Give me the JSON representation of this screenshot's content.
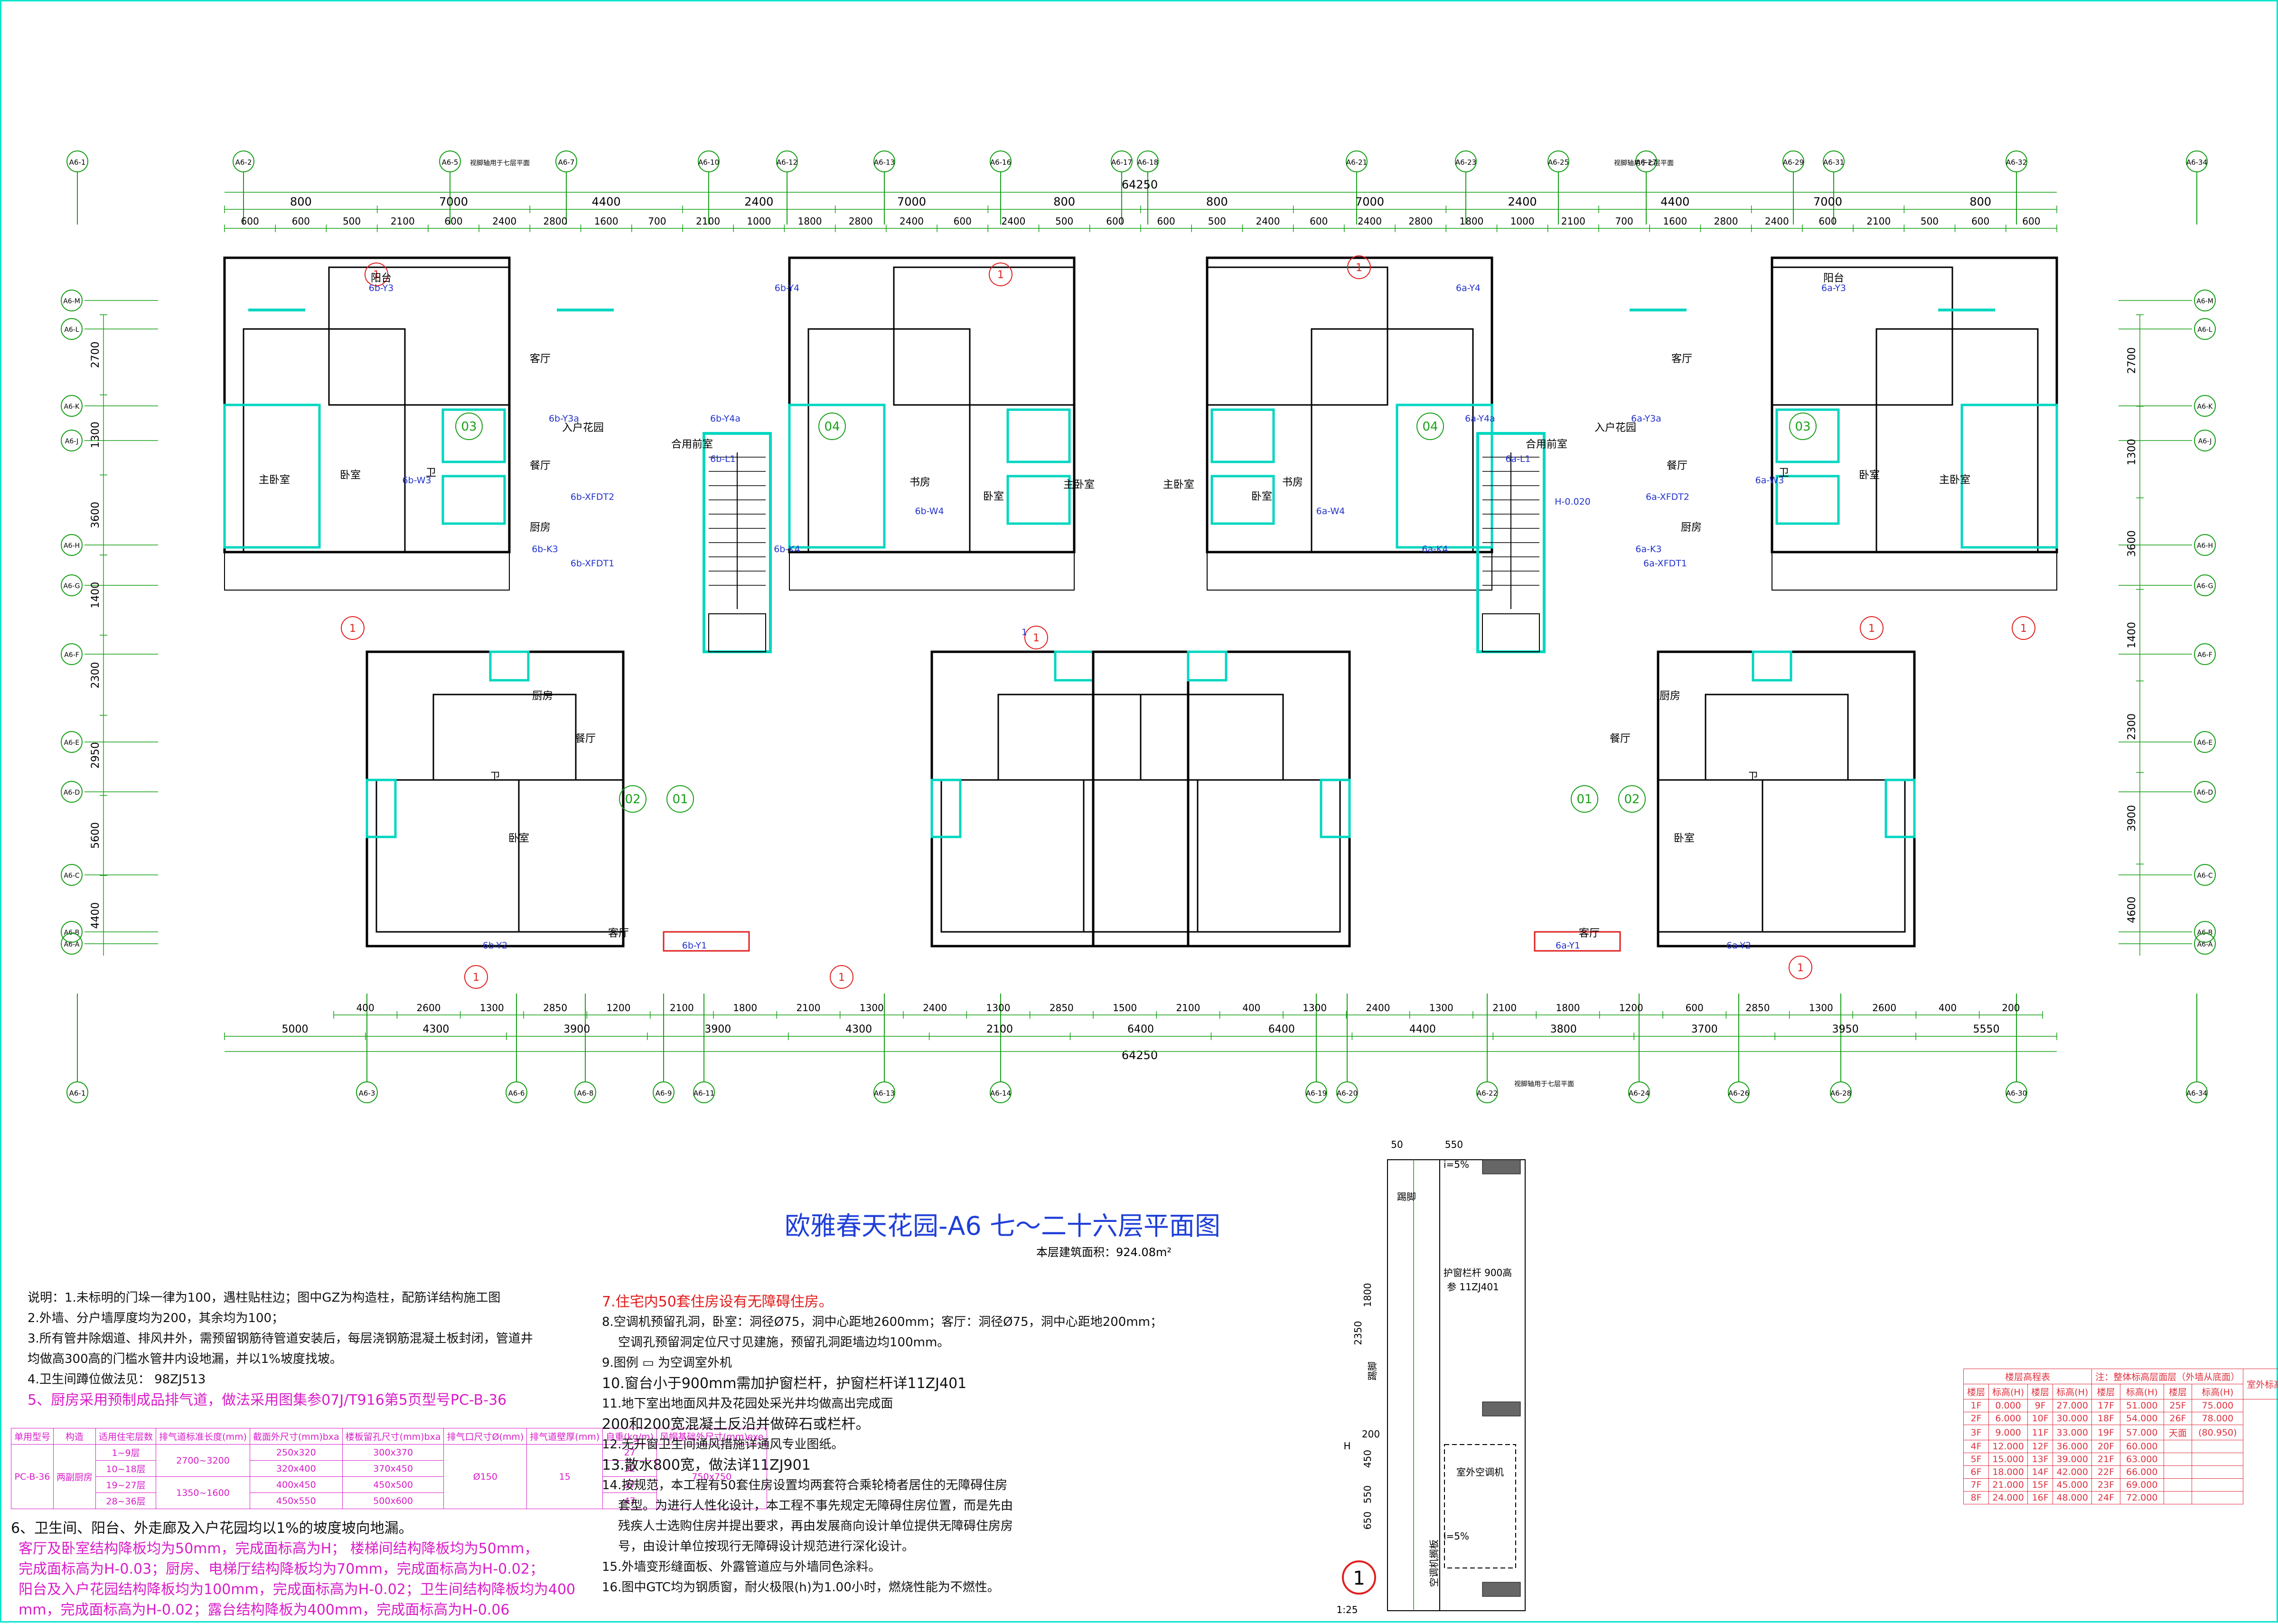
{
  "title": "欧雅春天花园-A6 七～二十六层平面图",
  "area_label": "本层建筑面积：924.08m²",
  "overall_width": "64250",
  "plan_note_top": "视脚轴用于七层平面",
  "plan_note_bottom": "视脚轴用于七层平面",
  "axes_top": [
    "A6-1",
    "A6-2",
    "A6-5",
    "A6-7",
    "A6-10",
    "A6-12",
    "A6-13",
    "A6-16",
    "A6-17",
    "A6-18",
    "A6-21",
    "A6-23",
    "A6-25",
    "A6-27",
    "A6-29",
    "A6-31",
    "A6-32",
    "A6-34"
  ],
  "axes_bottom": [
    "A6-1",
    "A6-3",
    "A6-6",
    "A6-8",
    "A6-9",
    "A6-11",
    "A6-13",
    "A6-14",
    "A6-19",
    "A6-20",
    "A6-22",
    "A6-24",
    "A6-26",
    "A6-28",
    "A6-30",
    "A6-34"
  ],
  "axes_left": [
    "A6-M",
    "A6-L",
    "A6-K",
    "A6-J",
    "A6-H",
    "A6-G",
    "A6-F",
    "A6-E",
    "A6-D",
    "A6-C",
    "A6-B",
    "A6-A"
  ],
  "axes_right": [
    "A6-M",
    "A6-L",
    "A6-K",
    "A6-J",
    "A6-H",
    "A6-G",
    "A6-F",
    "A6-E",
    "A6-D",
    "A6-C",
    "A6-B",
    "A6-A"
  ],
  "dims_top_main": [
    "800",
    "7000",
    "4400",
    "2400",
    "7000",
    "800",
    "800",
    "7000",
    "2400",
    "4400",
    "7000",
    "800"
  ],
  "dims_top_second": [
    "600",
    "600",
    "500",
    "2100",
    "600",
    "2400",
    "2800",
    "1600",
    "700",
    "2100",
    "1000",
    "1800",
    "2800",
    "2400",
    "600",
    "2400",
    "500",
    "600",
    "600",
    "500",
    "2400",
    "600",
    "2400",
    "2800",
    "1800",
    "1000",
    "2100",
    "700",
    "1600",
    "2800",
    "2400",
    "600",
    "2100",
    "500",
    "600",
    "600"
  ],
  "dims_bottom_main": [
    "5000",
    "4300",
    "3900",
    "3900",
    "4300",
    "2100",
    "6400",
    "6400",
    "4400",
    "3800",
    "3700",
    "3950",
    "5550"
  ],
  "dims_bottom_second": [
    "400",
    "2600",
    "1300",
    "2850",
    "1200",
    "2100",
    "1800",
    "2100",
    "1300",
    "2400",
    "1300",
    "2850",
    "1500",
    "2100",
    "400",
    "1300",
    "2400",
    "1300",
    "2100",
    "1800",
    "1200",
    "600",
    "2850",
    "1300",
    "2600",
    "400",
    "200"
  ],
  "dims_left": [
    "2700",
    "1300",
    "3600",
    "1400",
    "2300",
    "2950",
    "5600",
    "4400"
  ],
  "dims_right": [
    "2700",
    "1300",
    "3600",
    "1400",
    "2300",
    "3900",
    "4600"
  ],
  "room_labels": [
    "阳台",
    "客厅",
    "厨房",
    "卫",
    "主卧室",
    "卧室",
    "餐厅",
    "入户花园",
    "合用前室",
    "书房",
    "主卧室",
    "卧室",
    "卧室",
    "客厅",
    "卫",
    "厨房",
    "餐厅"
  ],
  "unit_tags": [
    "03",
    "04",
    "04",
    "03",
    "02",
    "01",
    "01",
    "02"
  ],
  "tags": [
    "6b-Y3",
    "6b-Y4",
    "6b-Y3a",
    "6b-Y4a",
    "6b-K3",
    "6b-K4",
    "6b-W3",
    "6b-W4",
    "6b-XFDT2",
    "6b-XFDT1",
    "6b-L1",
    "6b-Y1",
    "6b-Y2",
    "6a-Y3",
    "6a-Y4",
    "6a-Y3a",
    "6a-Y4a",
    "6a-K3",
    "6a-K4",
    "6a-W3",
    "6a-W4",
    "6a-XFDT2",
    "6a-XFDT1",
    "6a-L1",
    "6a-Y1",
    "6a-Y2",
    "1",
    "H-0.020"
  ],
  "detail_labels": [
    "550",
    "50",
    "i=5%",
    "踢脚",
    "护窗栏杆 900高",
    "参 11ZJ401",
    "踢脚",
    "2350",
    "1800",
    "200",
    "450",
    "550",
    "650",
    "室外空调机",
    "空调机搁板",
    "i=5%",
    "H",
    "1:25",
    "1"
  ],
  "notes_left": [
    "说明：1.未标明的门垛一律为100，遇柱贴柱边；图中GZ为构造柱，配筋详结构施工图",
    "2.外墙、分户墙厚度均为200，其余均为100；",
    "3.所有管井除烟道、排风井外，需预留钢筋待管道安装后，每层浇钢筋混凝土板封闭，管道井",
    "均做高300高的门槛水管井内设地漏，并以1%坡度找坡。",
    "4.卫生间蹲位做法见：      98ZJ513"
  ],
  "note5": "5、厨房采用预制成品排气道，做法采用图集参07J/T916第5页型号PC-B-36",
  "note6": [
    "6、卫生间、阳台、外走廊及入户花园均以1%的坡度坡向地漏。",
    "客厅及卧室结构降板均为50mm，完成面标高为H；   楼梯间结构降板均为50mm，",
    "完成面标高为H-0.03；厨房、电梯厅结构降板均为70mm，完成面标高为H-0.02；",
    "阳台及入户花园结构降板均为100mm，完成面标高为H-0.02；卫生间结构降板均为400",
    "mm，完成面标高为H-0.02；露台结构降板为400mm，完成面标高为H-0.06"
  ],
  "notes_right": [
    "7.住宅内50套住房设有无障碍住房。",
    "8.空调机预留孔洞，卧室：洞径Ø75，洞中心距地2600mm；客厅：洞径Ø75，洞中心距地200mm；",
    "空调孔预留洞定位尺寸见建施，预留孔洞距墙边均100mm。",
    "9.图例    ▭    为空调室外机",
    "10.窗台小于900mm需加护窗栏杆，护窗栏杆详11ZJ401",
    "11.地下室出地面风井及花园处采光井均做高出完成面",
    "200和200宽混凝土反沿并做碎石或栏杆。",
    "12.无开窗卫生间通风措施详通风专业图纸。",
    "13.散水800宽，做法详11ZJ901",
    "14.按规范，本工程有50套住房设置均两套符合乘轮椅者居住的无障碍住房",
    "套型。为进行人性化设计，本工程不事先规定无障碍住房位置，而是先由",
    "残疾人士选购住房并提出要求，再由发展商向设计单位提供无障碍住房房",
    "号，由设计单位按现行无障碍设计规范进行深化设计。",
    "15.外墙变形缝面板、外露管道应与外墙同色涂料。",
    "16.图中GTC均为钢质窗，耐火极限(h)为1.00小时，燃烧性能为不燃性。"
  ],
  "pc_table": {
    "headers": [
      "单用型号",
      "构造",
      "适用住宅层数",
      "排气道标准长度(mm)",
      "截面外尺寸(mm)bxa",
      "楼板留孔尺寸(mm)bxa",
      "排气口尺寸Ø(mm)",
      "排气道壁厚(mm)",
      "自重(kg/m)",
      "风帽基础外尺寸(mm)exe"
    ],
    "model": "PC-B-36",
    "structure": "两副厨房",
    "floors": [
      "1~9层",
      "10~18层",
      "19~27层",
      "28~36层"
    ],
    "std_length": [
      "2700~3200",
      "1350~1600"
    ],
    "outer": [
      "250x320",
      "320x400",
      "400x450",
      "450x550"
    ],
    "hole": [
      "300x370",
      "370x450",
      "450x500",
      "500x600"
    ],
    "outlet": "Ø150",
    "wall": "15",
    "weight": [
      "27",
      "32",
      "37",
      "47"
    ],
    "cap": "750x750"
  },
  "elev_table": {
    "title_left": "楼层高程表",
    "title_right": "注：整体标高层面层（外墙从底面）",
    "note": "室外标高表",
    "header_floor": "楼层",
    "header_elev": "标高(H)",
    "rows": [
      [
        "1F",
        "0.000",
        "9F",
        "27.000",
        "17F",
        "51.000",
        "25F",
        "75.000"
      ],
      [
        "2F",
        "6.000",
        "10F",
        "30.000",
        "18F",
        "54.000",
        "26F",
        "78.000"
      ],
      [
        "3F",
        "9.000",
        "11F",
        "33.000",
        "19F",
        "57.000",
        "天面",
        "(80.950)"
      ],
      [
        "4F",
        "12.000",
        "12F",
        "36.000",
        "20F",
        "60.000",
        "",
        ""
      ],
      [
        "5F",
        "15.000",
        "13F",
        "39.000",
        "21F",
        "63.000",
        "",
        ""
      ],
      [
        "6F",
        "18.000",
        "14F",
        "42.000",
        "22F",
        "66.000",
        "",
        ""
      ],
      [
        "7F",
        "21.000",
        "15F",
        "45.000",
        "23F",
        "69.000",
        "",
        ""
      ],
      [
        "8F",
        "24.000",
        "16F",
        "48.000",
        "24F",
        "72.000",
        "",
        ""
      ]
    ]
  }
}
